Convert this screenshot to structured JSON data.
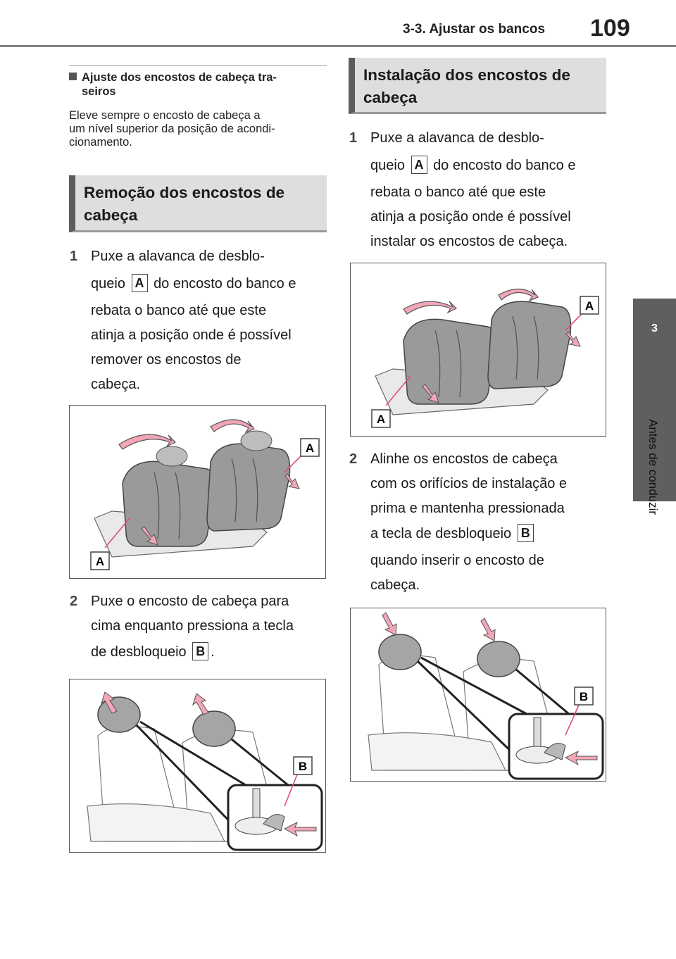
{
  "header": {
    "section": "3-3. Ajustar os bancos",
    "page_number": "109"
  },
  "side_tab": {
    "chapter_number": "3",
    "chapter_title": "Antes de conduzir"
  },
  "left": {
    "subheading_line1": "Ajuste dos encostos de cabeça tra-",
    "subheading_line2": "seiros",
    "note_lines": [
      "Eleve sempre o encosto de cabeça a",
      "um nível superior da posição de acondi-",
      "cionamento."
    ],
    "section_title_line1": "Remoção dos encostos de",
    "section_title_line2": "cabeça",
    "step1": {
      "number": "1",
      "lines": [
        "Puxe a alavanca de desblo-",
        "queio",
        "do encosto do banco e",
        "rebata o banco até que este",
        "atinja a posição onde é possível",
        "remover os encostos de",
        "cabeça."
      ],
      "label": "A"
    },
    "step2": {
      "number": "2",
      "lines": [
        "Puxe o encosto de cabeça para",
        "cima enquanto pressiona a tecla",
        "de desbloqueio",
        "."
      ],
      "label": "B"
    },
    "figure1_labels": [
      "A",
      "A"
    ],
    "figure2_labels": [
      "B"
    ]
  },
  "right": {
    "section_title_line1": "Instalação dos encostos de",
    "section_title_line2": "cabeça",
    "step1": {
      "number": "1",
      "lines": [
        "Puxe a alavanca de desblo-",
        "queio",
        "do encosto do banco e",
        "rebata o banco até que este",
        "atinja a posição onde é possível",
        "instalar os encostos de cabeça."
      ],
      "label": "A"
    },
    "step2": {
      "number": "2",
      "lines": [
        "Alinhe os encostos de cabeça",
        "com os orifícios de instalação e",
        "prima e mantenha pressionada",
        "a tecla de desbloqueio",
        "quando inserir o encosto de",
        "cabeça."
      ],
      "label": "B"
    },
    "figure1_labels": [
      "A",
      "A"
    ],
    "figure2_labels": [
      "B"
    ]
  }
}
